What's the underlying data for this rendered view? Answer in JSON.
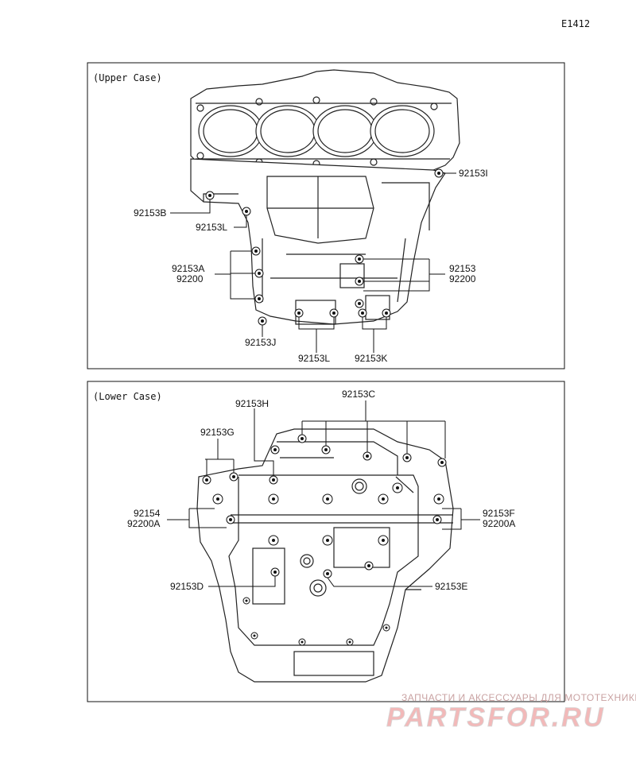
{
  "diagram_code": "E1412",
  "upper_case": {
    "title": "(Upper Case)",
    "labels": {
      "p92153I": "92153I",
      "p92153B": "92153B",
      "p92153L_a": "92153L",
      "p92153A": "92153A",
      "p92200_left": "92200",
      "p92153": "92153",
      "p92200_right": "92200",
      "p92153J": "92153J",
      "p92153L_b": "92153L",
      "p92153K": "92153K"
    }
  },
  "lower_case": {
    "title": "(Lower Case)",
    "labels": {
      "p92153H": "92153H",
      "p92153C": "92153C",
      "p92153G": "92153G",
      "p92154": "92154",
      "p92200A_left": "92200A",
      "p92153F": "92153F",
      "p92200A_right": "92200A",
      "p92153D": "92153D",
      "p92153E": "92153E"
    }
  },
  "watermark": {
    "tagline": "ЗАПЧАСТИ И АКСЕССУАРЫ ДЛЯ МОТОТЕХНИКИ",
    "brand": "PARTSFOR.RU",
    "colors": {
      "brand_red": "#f2b9b9",
      "brand_gray": "#d6d6d6",
      "tagline": "#c9a2a2"
    }
  }
}
